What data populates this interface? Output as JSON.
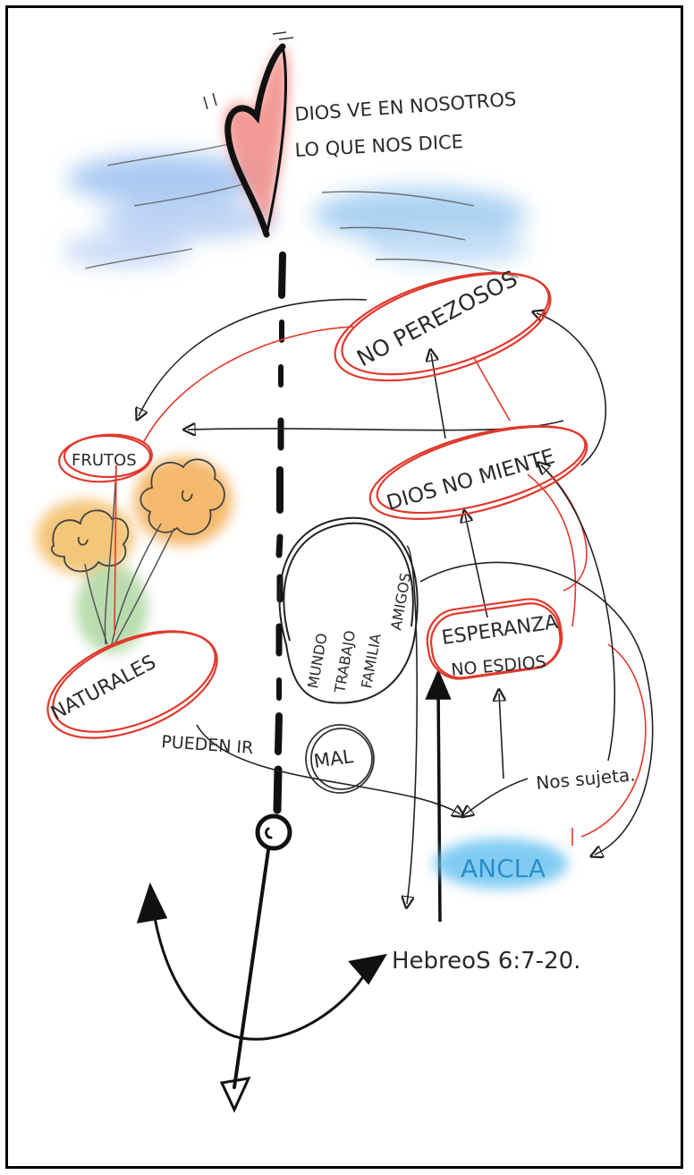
{
  "heading_line1": "DIOS VE EN NOSOTROS",
  "heading_line2": "LO QUE NOS DICE",
  "nodes": {
    "no_perezosos": "NO PEREZOSOS",
    "frutos": "FRUTOS",
    "dios_no_miente": "DIOS NO MIENTE",
    "mundo": "MUNDO",
    "trabajo": "TRABAJO",
    "familia": "FAMILIA",
    "amigos": "AMIGOS",
    "esperanza": "ESPERANZA",
    "no_esdios": "NO ESDIOS",
    "naturales": "NATURALES",
    "pueden_ir": "PUEDEN IR",
    "mal": "MAL",
    "nos_sujeta": "Nos sujeta.",
    "ancla": "ANCLA",
    "reference": "HebreoS 6:7-20."
  },
  "colors": {
    "ink": "#1f1f1f",
    "red_outline": "#e0392d",
    "heart": "#f08a84",
    "sky": "#8fb8ee",
    "flower": "#f2b85a",
    "stem_green": "#9ccc8a",
    "ancla_blue": "#6cc3f0"
  }
}
